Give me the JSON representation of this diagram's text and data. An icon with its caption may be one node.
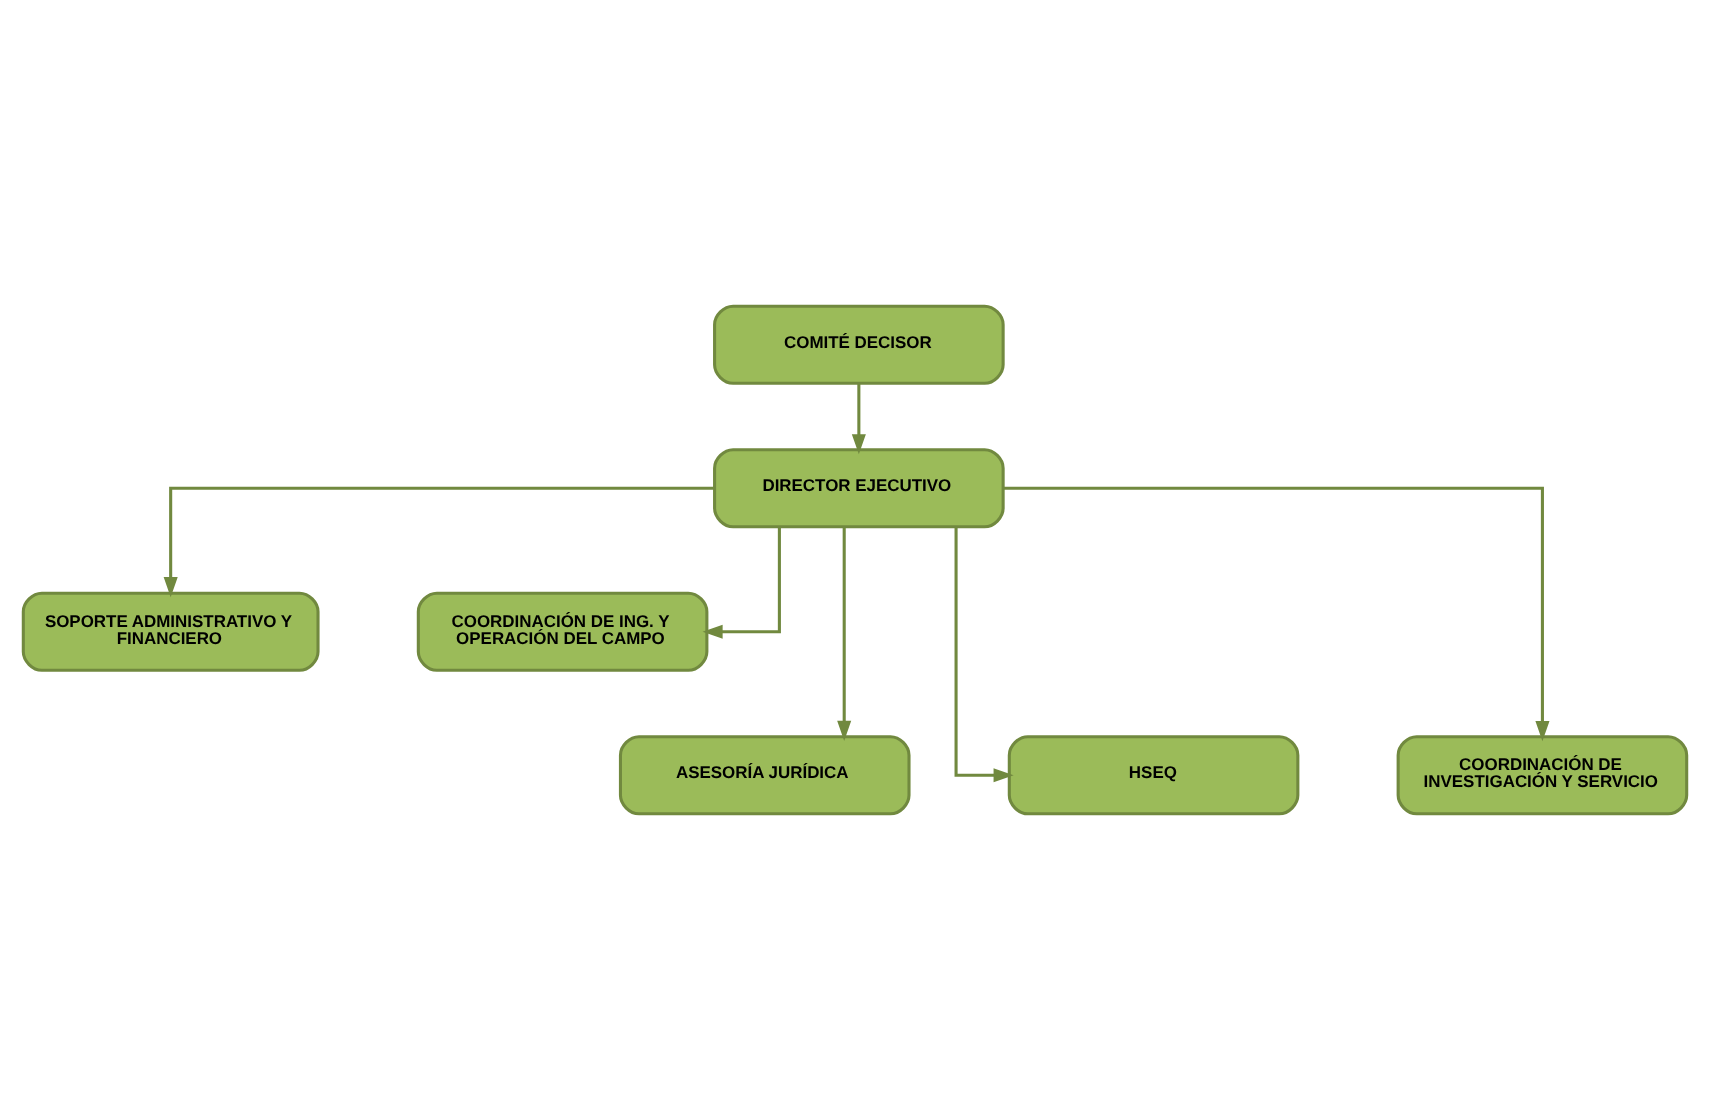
{
  "diagram": {
    "nodes": [
      {
        "text": [
          "COMITÉ DECISOR"
        ]
      },
      {
        "text": [
          "DIRECTOR EJECUTIVO"
        ]
      },
      {
        "text": [
          "SOPORTE ADMINISTRATIVO Y FINANCIERO"
        ]
      },
      {
        "text": [
          "COORDINACIÓN DE ING. Y OPERACIÓN DEL CAMPO"
        ]
      },
      {
        "text": [
          "ASESORÍA JURÍDICA"
        ]
      },
      {
        "text": [
          "HSEQ"
        ]
      },
      {
        "text": [
          "COORDINACIÓN DE INVESTIGACIÓN Y SERVICIO"
        ]
      }
    ],
    "edges": [
      {
        "from": 0,
        "to": 1,
        "arrow": "to"
      },
      {
        "from": 1,
        "to": 2,
        "arrow": "to"
      },
      {
        "from": 1,
        "to": 3,
        "arrow": "to"
      },
      {
        "from": 1,
        "to": 4,
        "arrow": "to"
      },
      {
        "from": 1,
        "to": 5,
        "arrow": "to"
      },
      {
        "from": 1,
        "to": 6,
        "arrow": "to"
      }
    ]
  }
}
